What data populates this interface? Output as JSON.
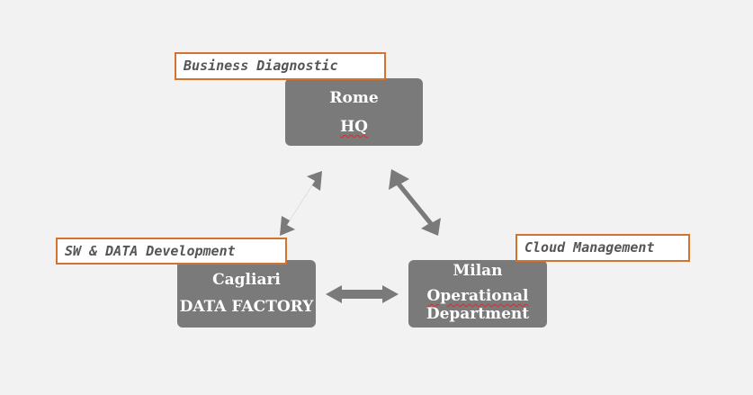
{
  "nodes": {
    "rome": {
      "line1": "Rome",
      "line2": "HQ"
    },
    "cagliari": {
      "line1": "Cagliari",
      "line2": "DATA FACTORY"
    },
    "milan": {
      "line1": "Milan",
      "line2": "Operational",
      "line3": "Department"
    }
  },
  "tags": {
    "business": "Business Diagnostic",
    "sw": "SW & DATA Development",
    "cloud": "Cloud Management"
  },
  "colors": {
    "background": "#f2f2f2",
    "node_fill": "#7a7a7a",
    "node_text": "#ffffff",
    "tag_border": "#d4722e",
    "tag_text": "#555555",
    "arrow": "#7a7a7a",
    "spellcheck_underline": "#d03030"
  }
}
